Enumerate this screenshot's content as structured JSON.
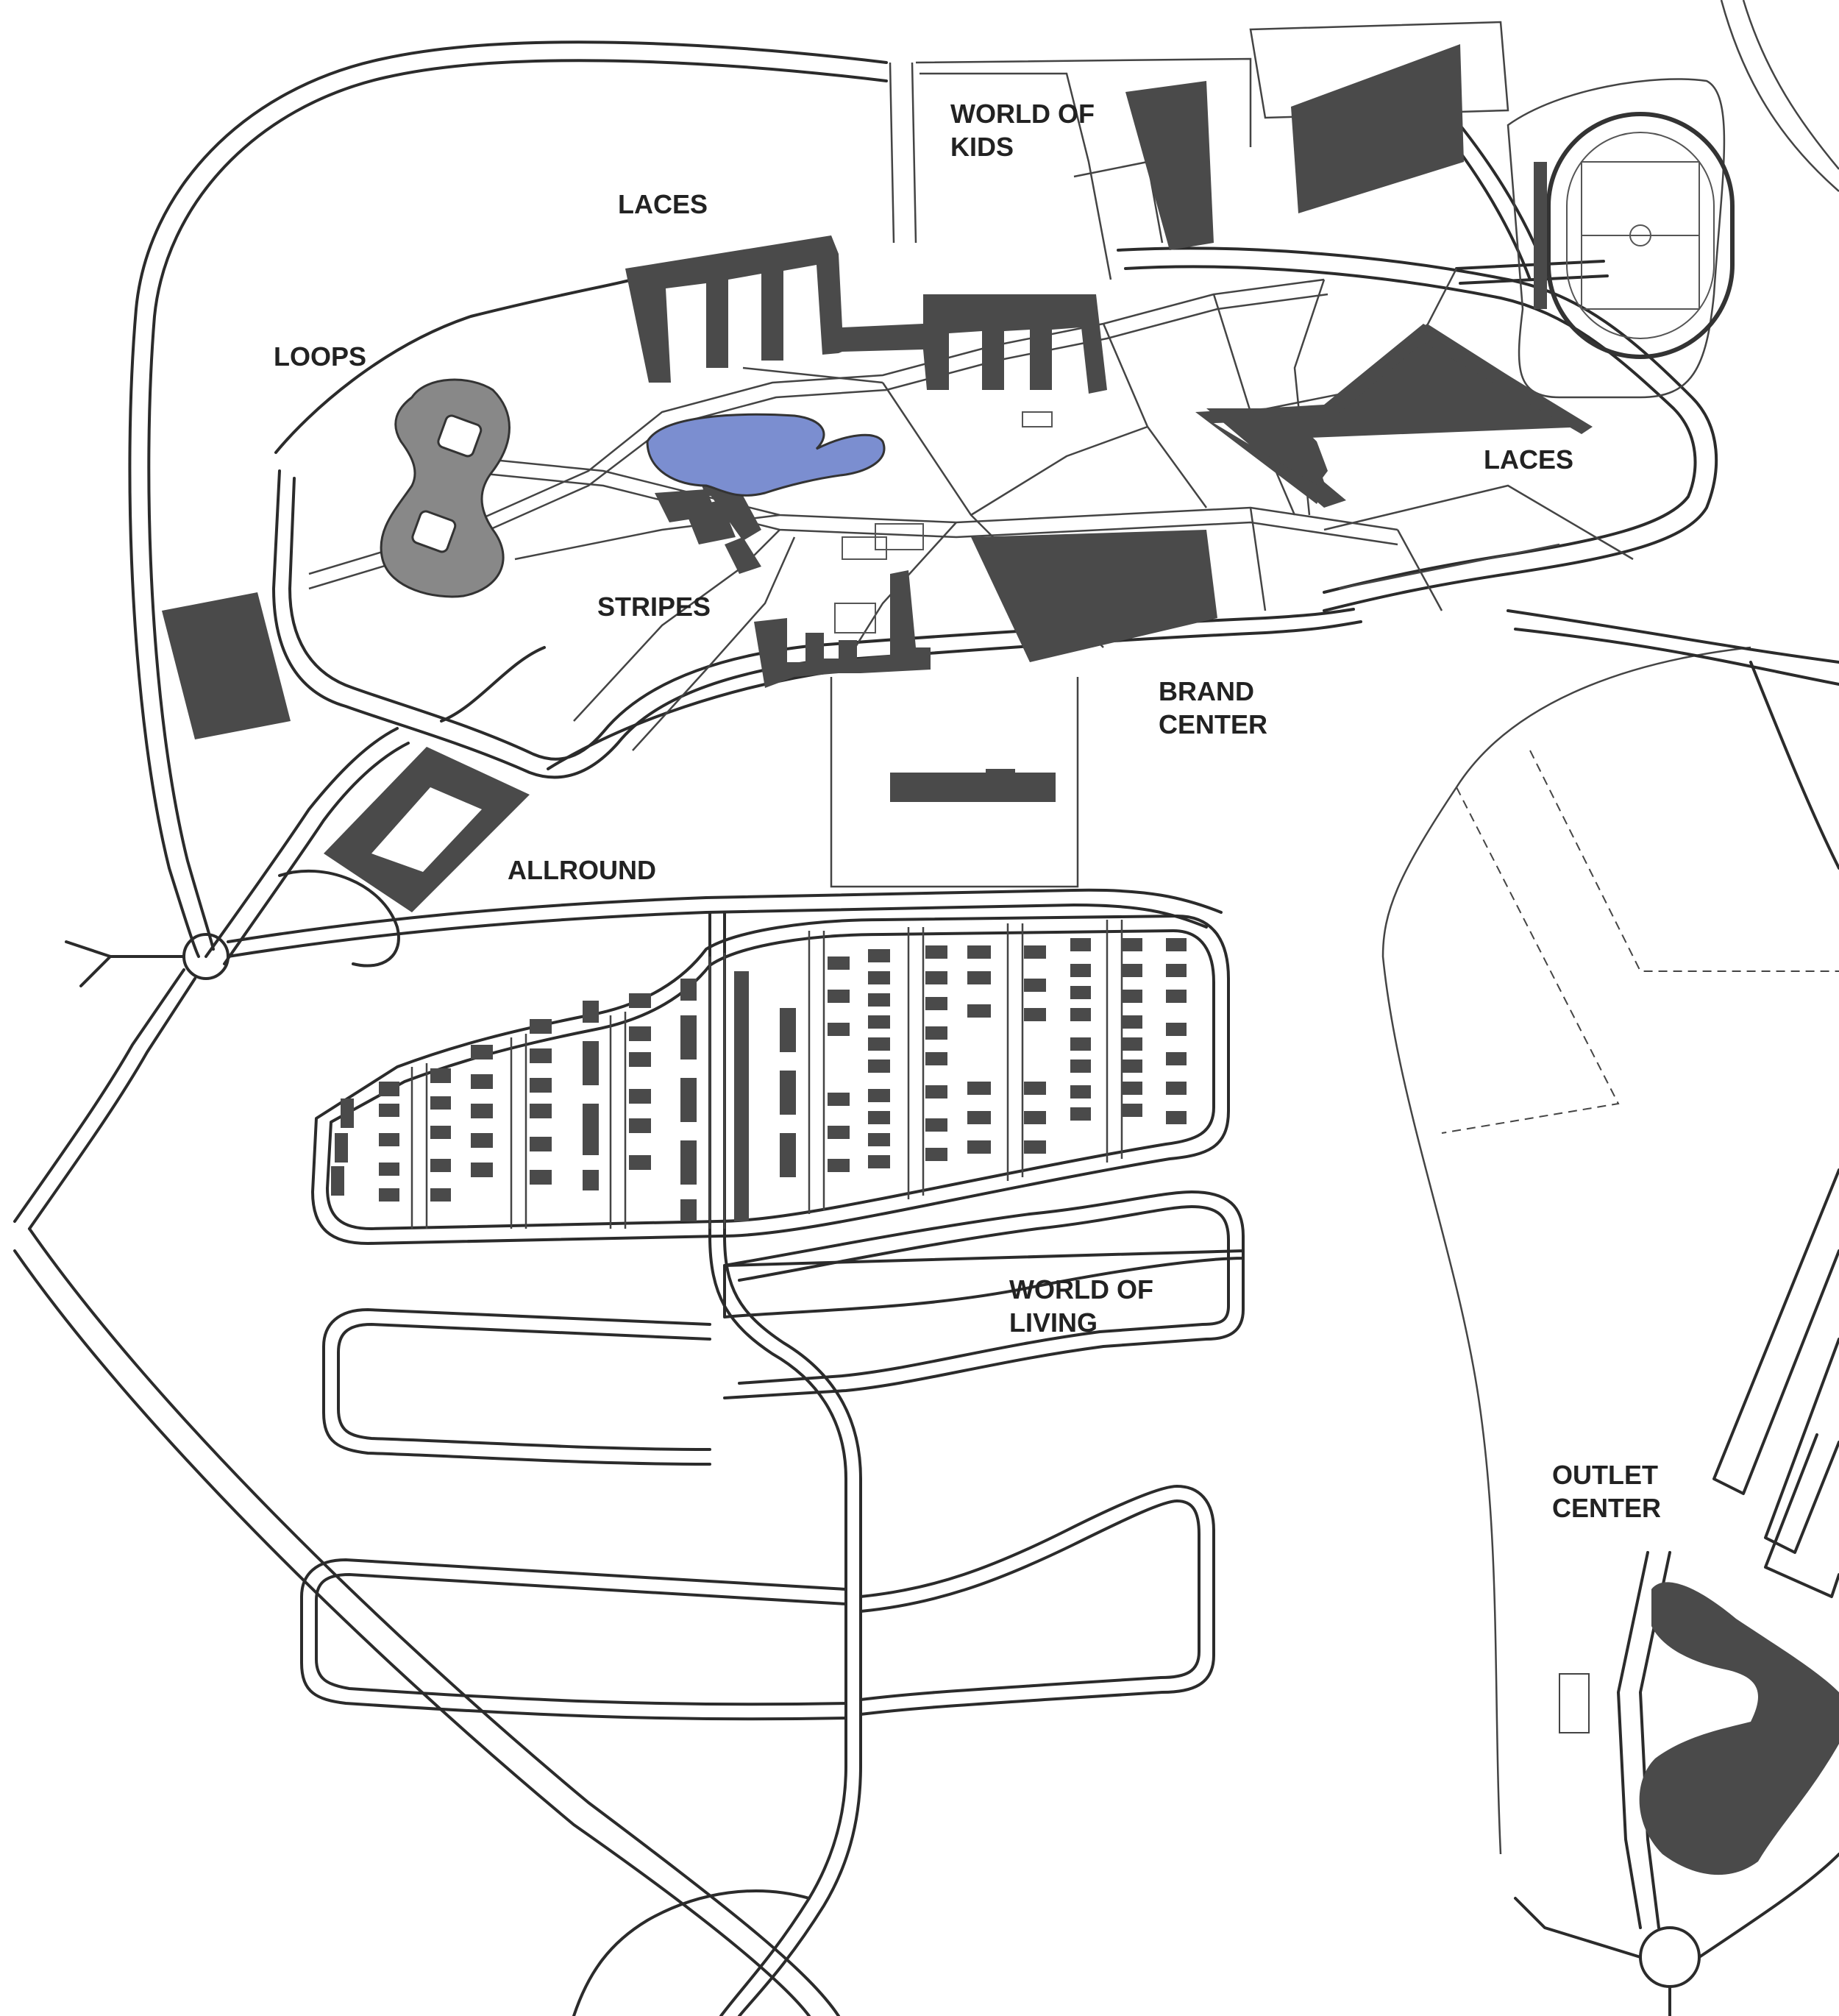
{
  "colors": {
    "background": "#ffffff",
    "road": "#2b2b2b",
    "building": "#4a4a4a",
    "loops_track": "#888888",
    "lake": "#7b8ed0",
    "label": "#222222"
  },
  "labels": {
    "world_of_kids_1": "WORLD OF",
    "world_of_kids_2": "KIDS",
    "laces_north": "LACES",
    "loops": "LOOPS",
    "laces_east": "LACES",
    "stripes": "STRIPES",
    "brand_center_1": "BRAND",
    "brand_center_2": "CENTER",
    "allround": "ALLROUND",
    "world_of_living_1": "WORLD OF",
    "world_of_living_2": "LIVING",
    "outlet_center_1": "OUTLET",
    "outlet_center_2": "CENTER"
  }
}
